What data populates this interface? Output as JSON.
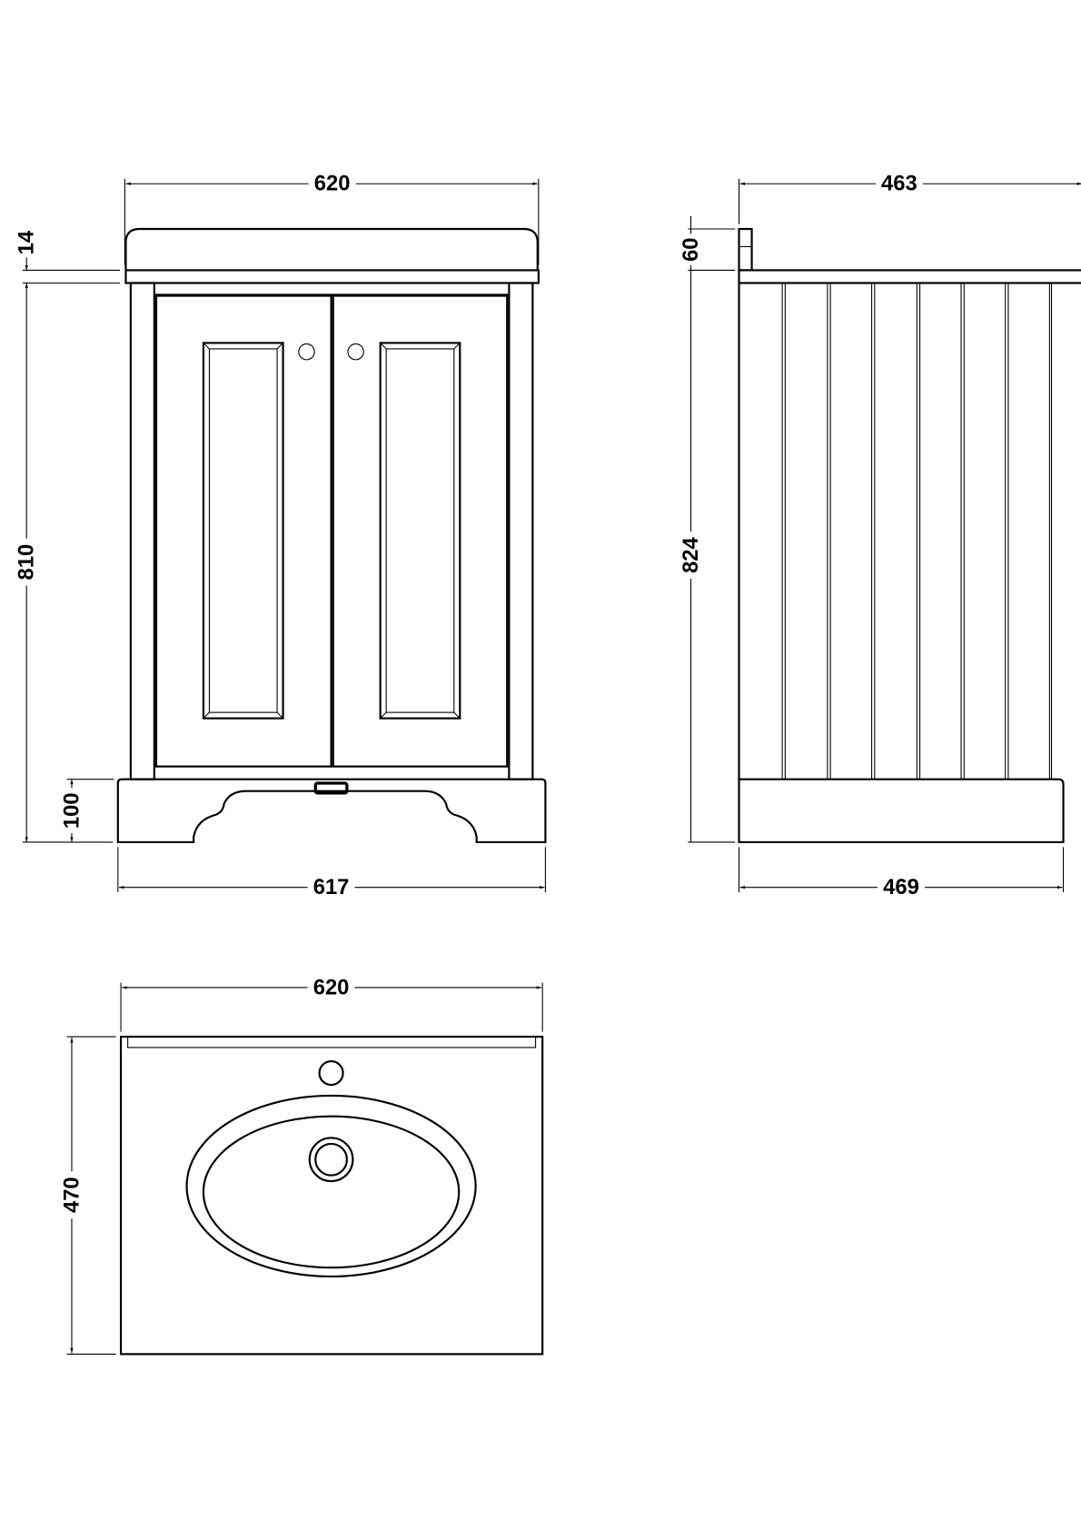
{
  "front_view": {
    "width_top": "620",
    "worktop_thickness": "14",
    "height": "810",
    "plinth_height": "100",
    "width_bottom": "617"
  },
  "side_view": {
    "depth_top": "463",
    "upstand_height": "60",
    "height": "824",
    "depth_bottom": "469"
  },
  "plan_view": {
    "width": "620",
    "depth": "470"
  },
  "colors": {
    "line": "#000000",
    "background": "#ffffff"
  }
}
